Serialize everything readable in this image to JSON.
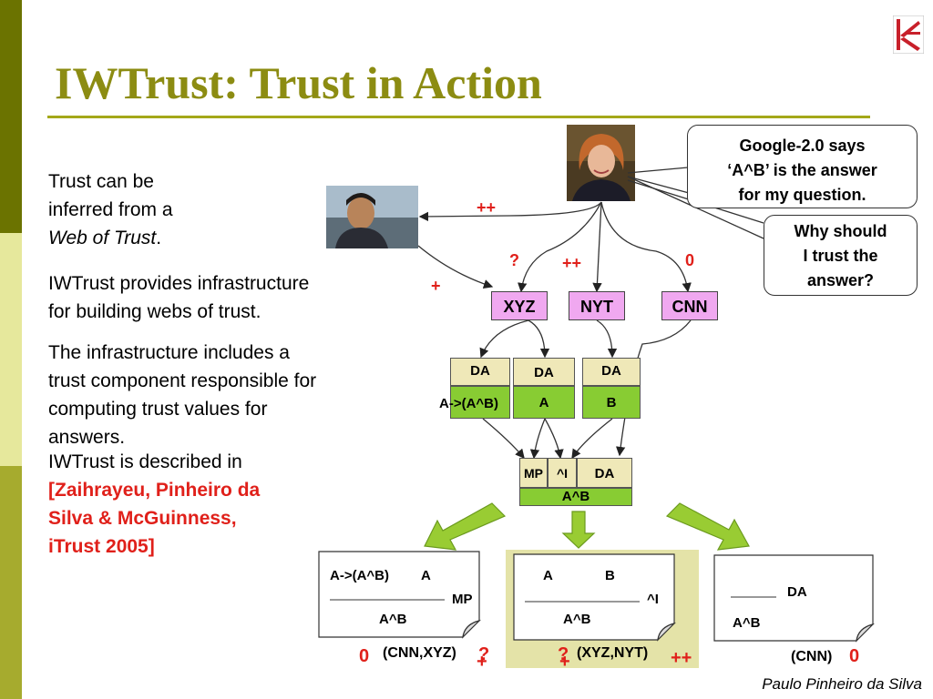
{
  "slide": {
    "title": "IWTrust: Trust in Action",
    "author": "Paulo Pinheiro da Silva"
  },
  "bullets": {
    "b1_l1": "Trust can be",
    "b1_l2": "inferred from a",
    "b1_l3_italic": "Web of Trust",
    "b1_l3_end": ".",
    "b2_l1": "IWTrust provides infrastructure",
    "b2_l2": "for building webs of trust.",
    "b3_l1": "The infrastructure includes a",
    "b3_l2": "trust component responsible for",
    "b3_l3": "computing trust values for",
    "b3_l4": "answers.",
    "b4_l1": "IWTrust is described in",
    "b4_ref_l1": "[Zaihrayeu, Pinheiro da",
    "b4_ref_l2": "Silva & McGuinness,",
    "b4_ref_l3": "iTrust 2005]"
  },
  "callouts": {
    "google_l1": "Google-2.0 says",
    "google_l2": "‘A^B’ is the answer",
    "google_l3": "for my question.",
    "why_l1": "Why should",
    "why_l2": "I trust the",
    "why_l3": "answer?"
  },
  "trust_labels": {
    "woman_to_man": "++",
    "to_xyz": "?",
    "to_nyt": "++",
    "to_cnn": "0",
    "man_to_xyz": "+"
  },
  "sources": [
    "XYZ",
    "NYT",
    "CNN"
  ],
  "da_boxes": [
    {
      "top": "DA",
      "bottom": "A->(A^B)"
    },
    {
      "top": "DA",
      "bottom": "A"
    },
    {
      "top": "DA",
      "bottom": "B"
    }
  ],
  "combined": {
    "mp": "MP",
    "conj": "^I",
    "da": "DA",
    "result": "A^B"
  },
  "docs": {
    "left_premise1": "A->(A^B)",
    "left_premise2": "A",
    "left_rule": "MP",
    "left_result": "A^B",
    "mid_premise1": "A",
    "mid_premise2": "B",
    "mid_rule": "^I",
    "mid_result": "A^B",
    "right_rule": "DA",
    "right_result": "A^B"
  },
  "bottom_row": {
    "left_zero": "0",
    "left_label": "(CNN,XYZ)",
    "left_question": "?",
    "left_plus": "+",
    "mid_question": "?",
    "mid_plus": "+",
    "mid_label": "(XYZ,NYT)",
    "mid_plusplus": "++",
    "right_label": "(CNN)",
    "right_zero": "0"
  },
  "colors": {
    "title": "#8c8c12",
    "source_box": "#f0a8f0",
    "da_green": "#88cc33",
    "da_cream": "#efe8b8",
    "arrow_green": "#99cc33",
    "red": "#e0201a"
  }
}
